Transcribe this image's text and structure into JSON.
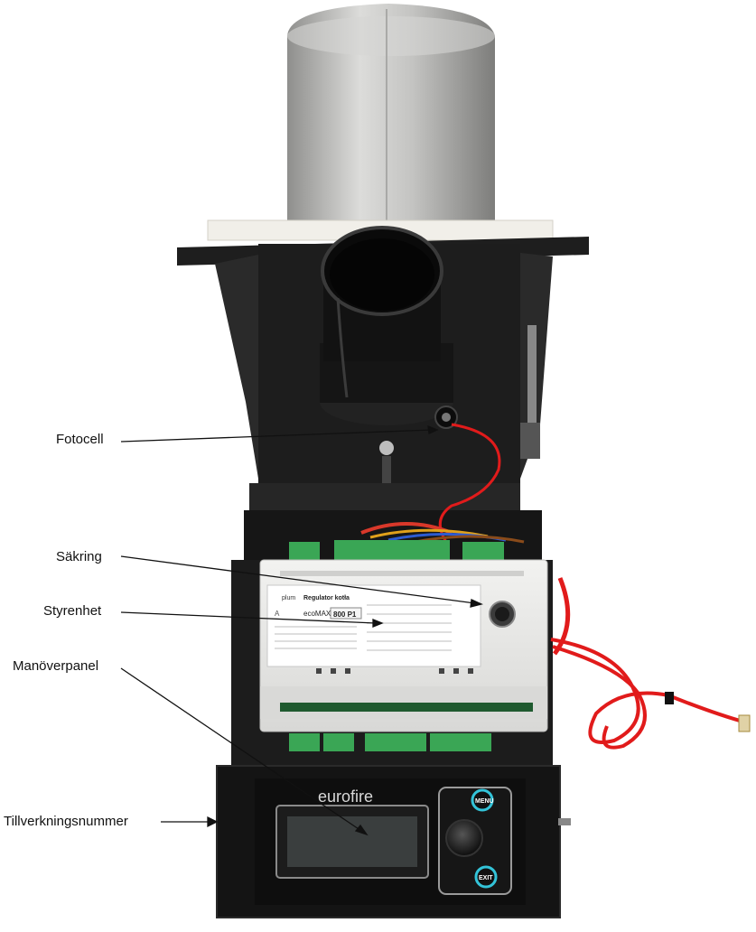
{
  "labels": {
    "fotocell": "Fotocell",
    "sakring": "Säkring",
    "styrenhet": "Styrenhet",
    "manoverpanel": "Manöverpanel",
    "tillverkningsnummer": "Tillverkningsnummer"
  },
  "controller": {
    "brand": "plum",
    "title": "Regulator kotła",
    "grade": "A",
    "model_left": "ecoMAX",
    "model_right": "800 P1"
  },
  "panel": {
    "brand": "eurofire",
    "menu_label": "MENU",
    "exit_label": "EXIT"
  },
  "colors": {
    "wire": "#e11b1b",
    "body": "#1b1b1b",
    "controller": "#e9e9e7",
    "terminal": "#3aa655",
    "tube": "#c9c9c7"
  }
}
